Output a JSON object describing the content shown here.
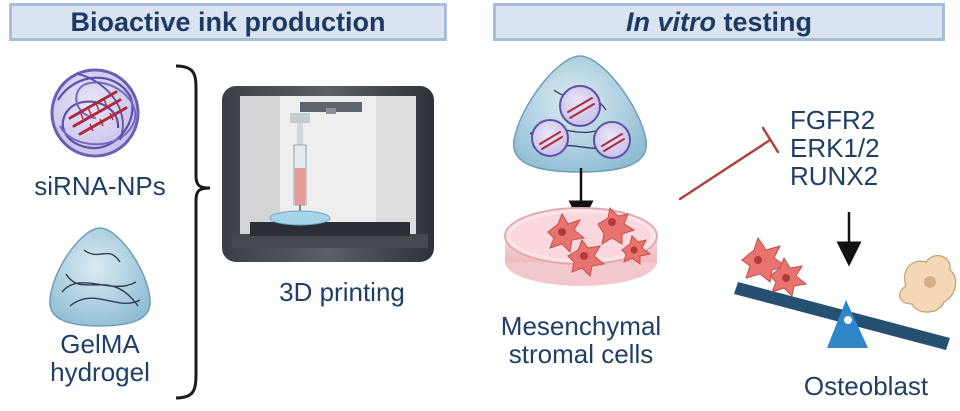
{
  "headers": {
    "production": "Bioactive ink production",
    "testing_italic": "In vitro",
    "testing_rest": " testing"
  },
  "labels": {
    "sirna": "siRNA-NPs",
    "gelma_line1": "GelMA",
    "gelma_line2": "hydrogel",
    "printing": "3D printing",
    "msc_line1": "Mesenchymal",
    "msc_line2": "stromal cells",
    "target1": "FGFR2",
    "target2": "ERK1/2",
    "target3": "RUNX2",
    "osteoblast": "Osteoblast"
  },
  "colors": {
    "header_fill": "#d9e3f1",
    "header_border": "#a9bcd8",
    "text": "#1f3f66",
    "hydrogel": "#bcd9e6",
    "nanoparticle": "#6b5fb5",
    "sirna": "#b02a3e",
    "cell": "#e8736f",
    "inhibit": "#b2403e",
    "seesaw": "#26506f",
    "fulcrum": "#2f86c8"
  },
  "icons": [
    "nanoparticle-icon",
    "hydrogel-icon",
    "bracket-icon",
    "printer-icon",
    "syringe-icon",
    "hydrogel-cone-icon",
    "arrow-down-icon",
    "petri-dish-icon",
    "inhibition-arrow-icon",
    "seesaw-icon",
    "cell-icon",
    "osteoblast-icon"
  ]
}
